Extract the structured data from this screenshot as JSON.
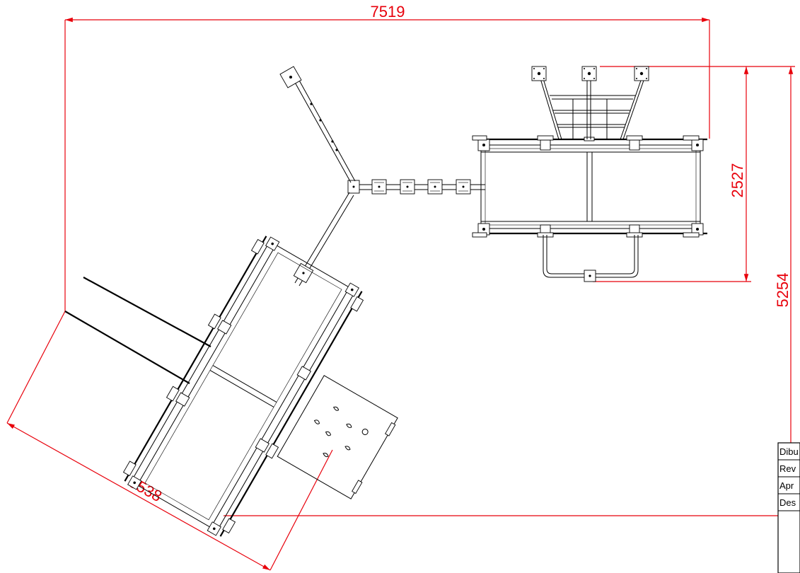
{
  "dimensions": {
    "overall_width": "7519",
    "module_depth": "2527",
    "overall_depth": "5254",
    "platform_length": "3538"
  },
  "title_block": {
    "drawn": "Dibu",
    "revised": "Rev",
    "approved": "Apr",
    "description": "Des"
  },
  "colors": {
    "dimension": "#e8000b",
    "linework": "#000000",
    "background": "#ffffff"
  }
}
